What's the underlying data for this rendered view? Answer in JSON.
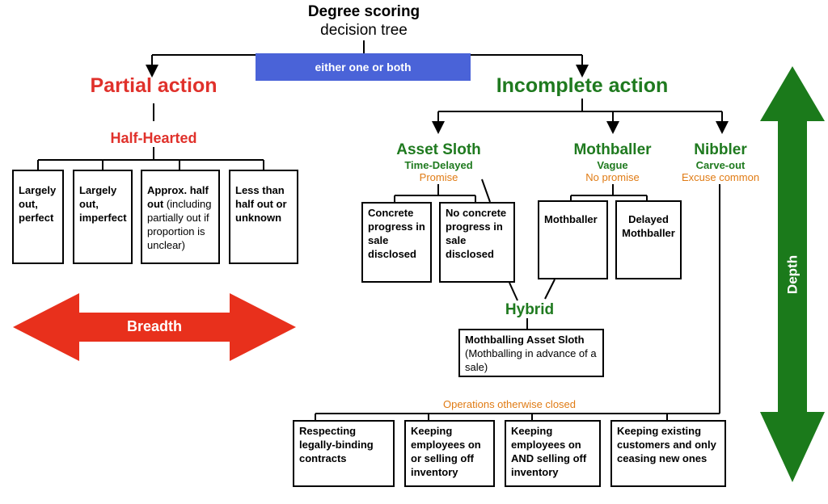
{
  "title": {
    "line1": "Degree scoring",
    "line2": "decision tree"
  },
  "banner": {
    "label": "either one or both",
    "color": "#4a63d8"
  },
  "partial": {
    "title": "Partial action",
    "sub": "Half-Hearted",
    "boxes": [
      {
        "bold": "Largely out, perfect",
        "normal": ""
      },
      {
        "bold": "Largely out, imperfect",
        "normal": ""
      },
      {
        "bold": "Approx. half out",
        "normal": " (including partially out if proportion is unclear)"
      },
      {
        "bold": "Less than half out or unknown",
        "normal": ""
      }
    ]
  },
  "incomplete": {
    "title": "Incomplete action",
    "asset_sloth": {
      "title": "Asset Sloth",
      "sub": "Time-Delayed",
      "note": "Promise",
      "boxes": [
        "Concrete progress in sale disclosed",
        "No concrete progress in sale disclosed"
      ]
    },
    "mothballer": {
      "title": "Mothballer",
      "sub": "Vague",
      "note": "No promise",
      "boxes": [
        "Mothballer",
        "Delayed Mothballer"
      ]
    },
    "nibbler": {
      "title": "Nibbler",
      "sub": "Carve-out",
      "note": "Excuse common"
    },
    "hybrid": {
      "title": "Hybrid",
      "box_bold": "Mothballing Asset Sloth",
      "box_normal": " (Mothballing in advance of a sale)"
    },
    "operations": {
      "label": "Operations otherwise closed",
      "boxes": [
        "Respecting legally-binding contracts",
        "Keeping employees on or selling off inventory",
        "Keeping employees on AND selling off inventory",
        "Keeping existing customers and only ceasing new ones"
      ]
    }
  },
  "arrows": {
    "breadth": {
      "label": "Breadth",
      "color": "#e8301c"
    },
    "depth": {
      "label": "Depth",
      "color": "#1b7a1b"
    }
  },
  "colors": {
    "red": "#e0312b",
    "green": "#1f7a1f",
    "orange": "#e07b14"
  }
}
